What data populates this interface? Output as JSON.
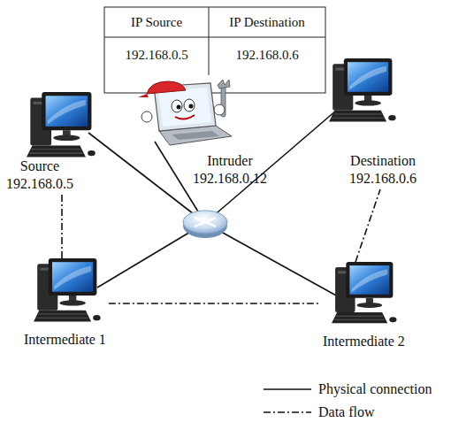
{
  "diagram": {
    "nodes": [
      {
        "text": [
          "Source",
          "192.168.0.5"
        ]
      },
      {
        "text": [
          "Intruder",
          "192.168.0.12"
        ]
      },
      {
        "text": [
          "Destination",
          "192.168.0.6"
        ]
      },
      {
        "text": [
          "Intermediate 1"
        ]
      },
      {
        "text": [
          "Intermediate 2"
        ]
      }
    ],
    "edges": [
      {
        "from": 0,
        "to": 3,
        "arrow": "none"
      },
      {
        "from": 3,
        "to": 4,
        "arrow": "none"
      },
      {
        "from": 4,
        "to": 2,
        "arrow": "none"
      }
    ],
    "labels": [
      "IP Source",
      "IP Destination",
      "192.168.0.5",
      "192.168.0.6"
    ],
    "legend": [
      {
        "text": "Physical connection"
      },
      {
        "text": "Data flow"
      }
    ]
  }
}
